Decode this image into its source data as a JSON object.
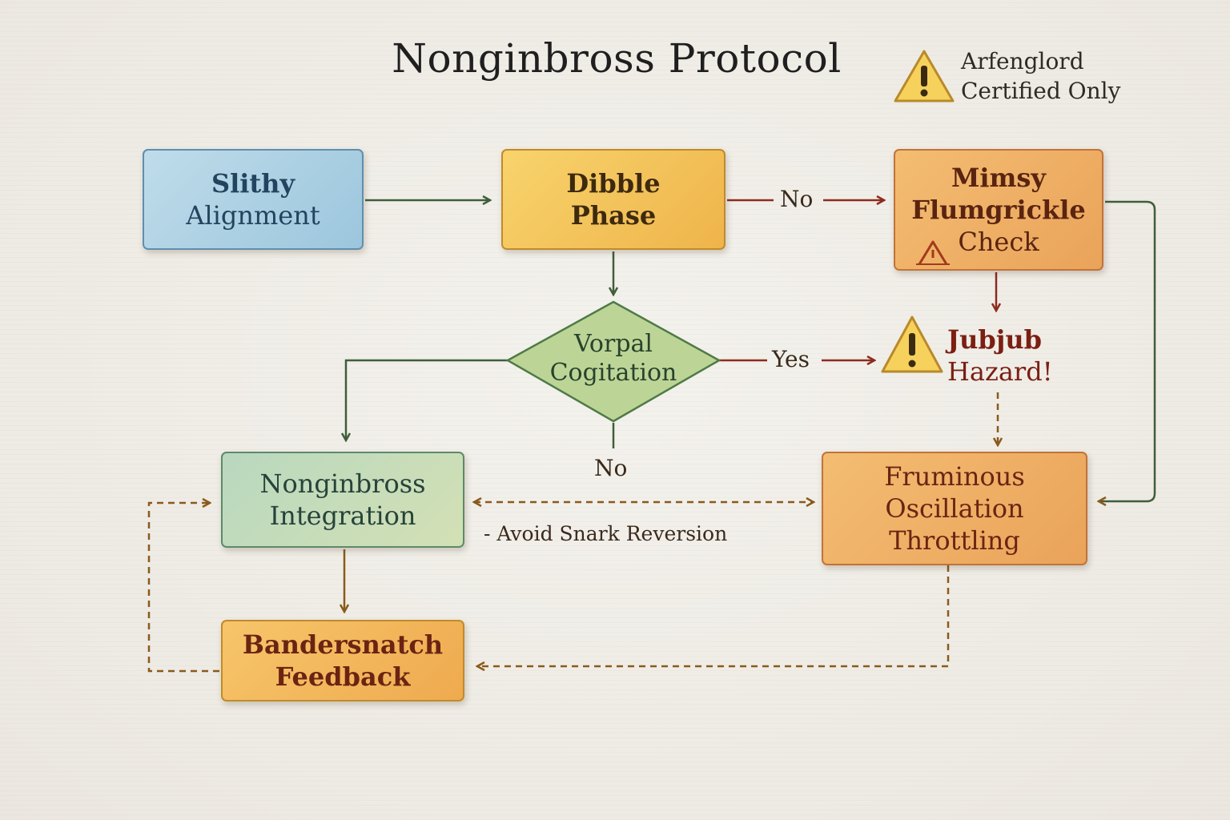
{
  "title": "Nonginbross Protocol",
  "warning_label": {
    "icon": "warning-triangle-icon",
    "line1": "Arfenglord",
    "line2": "Certified Only"
  },
  "nodes": {
    "slithy": {
      "line1": "Slithy",
      "line2": "Alignment"
    },
    "dibble": {
      "line1": "Dibble",
      "line2": "Phase"
    },
    "mimsy": {
      "line1": "Mimsy",
      "line2": "Flumgrickle",
      "line3": "Check",
      "icon": "small-warning-icon"
    },
    "vorpal": {
      "line1": "Vorpal",
      "line2": "Cogitation"
    },
    "jubjub": {
      "line1": "Jubjub",
      "line2": "Hazard!",
      "icon": "warning-triangle-icon"
    },
    "integration": {
      "line1": "Nonginbross",
      "line2": "Integration"
    },
    "fruminous": {
      "line1": "Fruminous",
      "line2": "Oscillation",
      "line3": "Throttling"
    },
    "bandersnatch": {
      "line1": "Bandersnatch",
      "line2": "Feedback"
    }
  },
  "edge_labels": {
    "dibble_to_mimsy": "No",
    "vorpal_to_jubjub": "Yes",
    "vorpal_down": "No",
    "integration_fruminous_note": "- Avoid Snark Reversion"
  },
  "colors": {
    "solid_green_arrow": "#3f5e3a",
    "solid_red_arrow": "#8c2c1e",
    "dashed_brown_arrow": "#8a5a1c"
  }
}
